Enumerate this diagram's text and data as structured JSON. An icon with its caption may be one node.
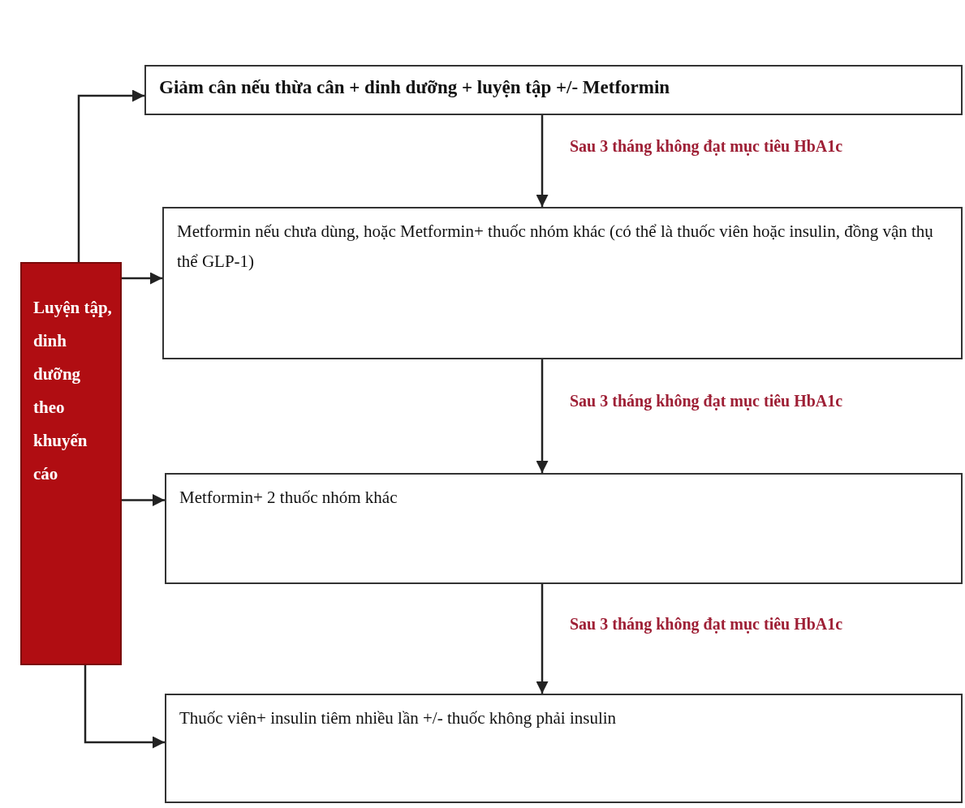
{
  "diagram": {
    "nodes": [
      {
        "text": [
          "Giảm cân nếu thừa cân + dinh dưỡng + luyện tập +/- Metformin"
        ]
      },
      {
        "text": [
          "Metformin nếu chưa dùng, hoặc Metformin+ thuốc nhóm khác (có thể là thuốc viên hoặc insulin, đồng vận thụ thể GLP-1)"
        ]
      },
      {
        "text": [
          "Metformin+ 2 thuốc nhóm khác"
        ]
      },
      {
        "text": [
          "Thuốc viên+ insulin tiêm nhiều lần +/- thuốc không phải insulin"
        ]
      },
      {
        "text": [
          "Luyện tập, dinh dưỡng theo khuyến cáo"
        ]
      }
    ],
    "edges": [
      {
        "from": 0,
        "to": 1,
        "arrow": "to",
        "label": "Sau 3 tháng không đạt mục tiêu HbA1c"
      },
      {
        "from": 1,
        "to": 2,
        "arrow": "to",
        "label": "Sau 3 tháng không đạt mục tiêu HbA1c"
      },
      {
        "from": 2,
        "to": 3,
        "arrow": "to",
        "label": "Sau 3 tháng không đạt mục tiêu HbA1c"
      },
      {
        "from": 4,
        "to": 0,
        "arrow": "to"
      },
      {
        "from": 4,
        "to": 1,
        "arrow": "to"
      },
      {
        "from": 4,
        "to": 2,
        "arrow": "to"
      },
      {
        "from": 4,
        "to": 3,
        "arrow": "to"
      }
    ]
  }
}
